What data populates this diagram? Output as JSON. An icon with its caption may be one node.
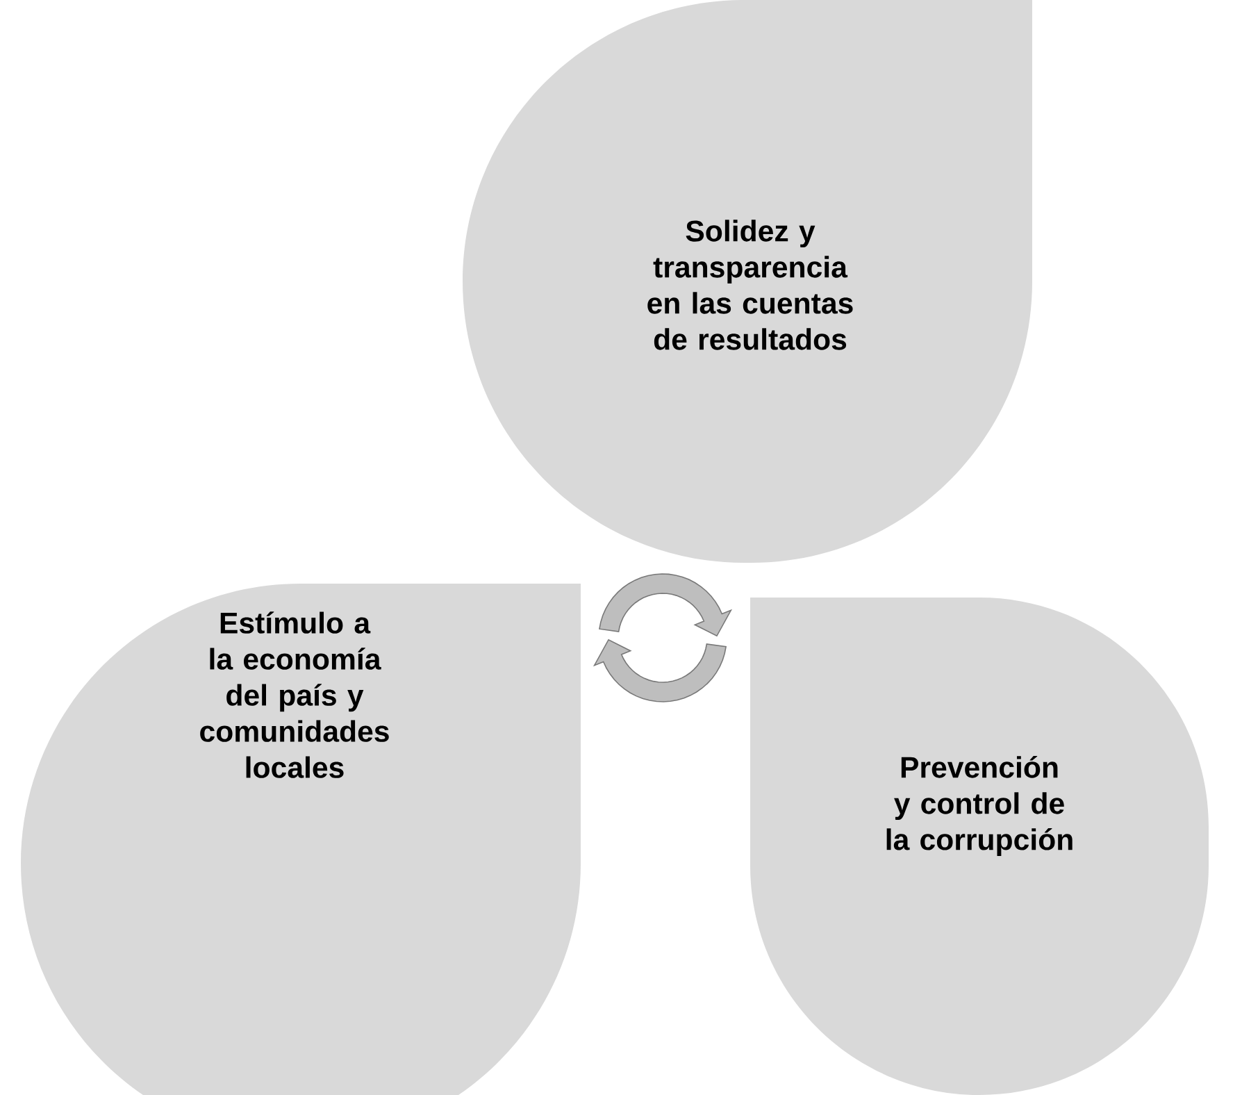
{
  "diagram": {
    "nodes": [
      {
        "text": [
          "Solidez y transparencia en las cuentas de resultados"
        ]
      },
      {
        "text": [
          "Estímulo a la economía del país y comunidades locales"
        ]
      },
      {
        "text": [
          "Prevención y control de la corrupción"
        ]
      }
    ]
  }
}
